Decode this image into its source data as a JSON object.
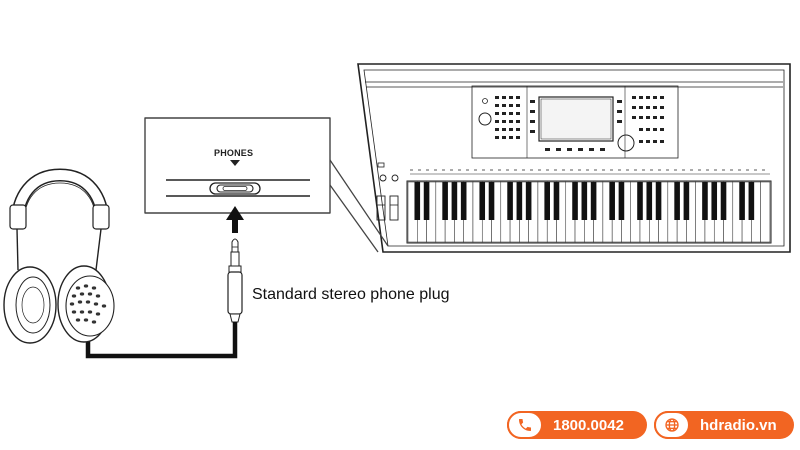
{
  "labels": {
    "plug": "Standard stereo phone plug",
    "phones": "PHONES"
  },
  "branding": {
    "phone": "1800.0042",
    "website": "hdradio.vn",
    "accent": "#f26522"
  },
  "icons": {
    "phone": "phone-icon",
    "website": "globe-icon"
  }
}
